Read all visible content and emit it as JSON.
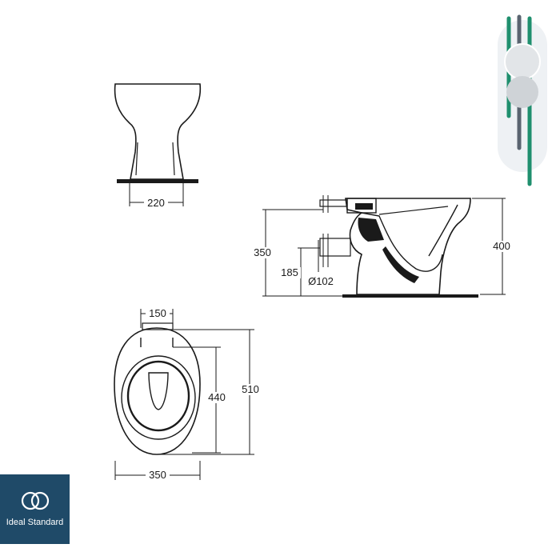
{
  "dimensions": {
    "front_width": "220",
    "side_total_height": "400",
    "side_outlet_height": "350",
    "side_pipe_height": "185",
    "side_pipe_diameter": "Ø102",
    "top_fixing_spacing": "150",
    "top_inner_length": "440",
    "top_total_length": "510",
    "top_width": "350"
  },
  "brand": {
    "name": "Ideal Standard",
    "colors": {
      "tile": "#1f4a68",
      "accent_green": "#1f8f6e",
      "accent_gray": "#5a6470"
    }
  }
}
